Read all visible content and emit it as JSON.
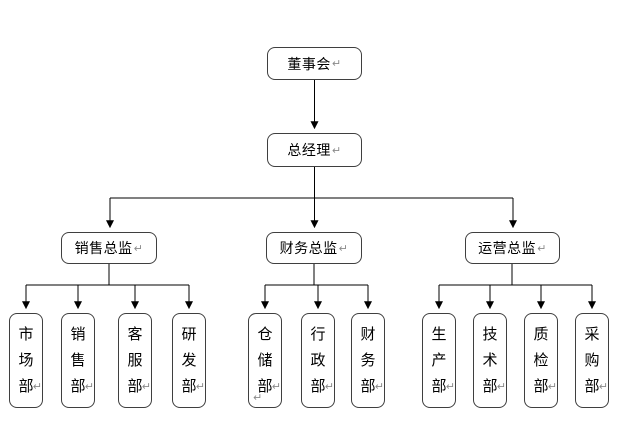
{
  "org_chart": {
    "paragraph_mark": "↵",
    "board": {
      "label": "董事会"
    },
    "general_manager": {
      "label": "总经理"
    },
    "branches": [
      {
        "director": {
          "label": "销售总监"
        },
        "departments": [
          {
            "label": "市场部"
          },
          {
            "label": "销售部"
          },
          {
            "label": "客服部"
          },
          {
            "label": "研发部"
          }
        ]
      },
      {
        "director": {
          "label": "财务总监"
        },
        "departments": [
          {
            "label": "仓储部",
            "has_extra_paragraph_mark": true
          },
          {
            "label": "行政部"
          },
          {
            "label": "财务部"
          }
        ]
      },
      {
        "director": {
          "label": "运营总监"
        },
        "departments": [
          {
            "label": "生产部"
          },
          {
            "label": "技术部"
          },
          {
            "label": "质检部"
          },
          {
            "label": "采购部"
          }
        ]
      }
    ],
    "colors": {
      "background": "#ffffff",
      "box_border": "#3f3f3f",
      "text": "#000000",
      "connector": "#000000",
      "paragraph_mark": "#8a8a8a"
    }
  }
}
